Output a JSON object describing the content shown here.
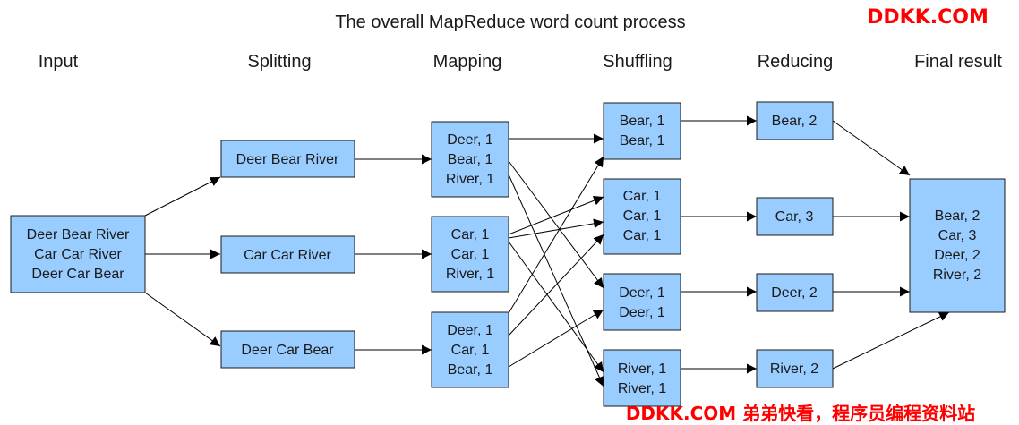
{
  "title": "The overall MapReduce word count process",
  "watermark_top": "DDKK.COM",
  "watermark_bottom": "DDKK.COM 弟弟快看，程序员编程资料站",
  "stages": [
    "Input",
    "Splitting",
    "Mapping",
    "Shuffling",
    "Reducing",
    "Final result"
  ],
  "input": [
    "Deer Bear River",
    "Car Car River",
    "Deer Car Bear"
  ],
  "splitting": [
    "Deer Bear River",
    "Car Car River",
    "Deer Car Bear"
  ],
  "mapping": [
    [
      "Deer, 1",
      "Bear, 1",
      "River, 1"
    ],
    [
      "Car, 1",
      "Car, 1",
      "River, 1"
    ],
    [
      "Deer, 1",
      "Car, 1",
      "Bear, 1"
    ]
  ],
  "shuffling": [
    [
      "Bear, 1",
      "Bear, 1"
    ],
    [
      "Car, 1",
      "Car, 1",
      "Car, 1"
    ],
    [
      "Deer, 1",
      "Deer, 1"
    ],
    [
      "River, 1",
      "River, 1"
    ]
  ],
  "reducing": [
    "Bear, 2",
    "Car, 3",
    "Deer, 2",
    "River, 2"
  ],
  "final_result": [
    "Bear, 2",
    "Car, 3",
    "Deer, 2",
    "River, 2"
  ],
  "colors": {
    "box_fill": "#99ccff",
    "watermark": "#ff0000"
  }
}
